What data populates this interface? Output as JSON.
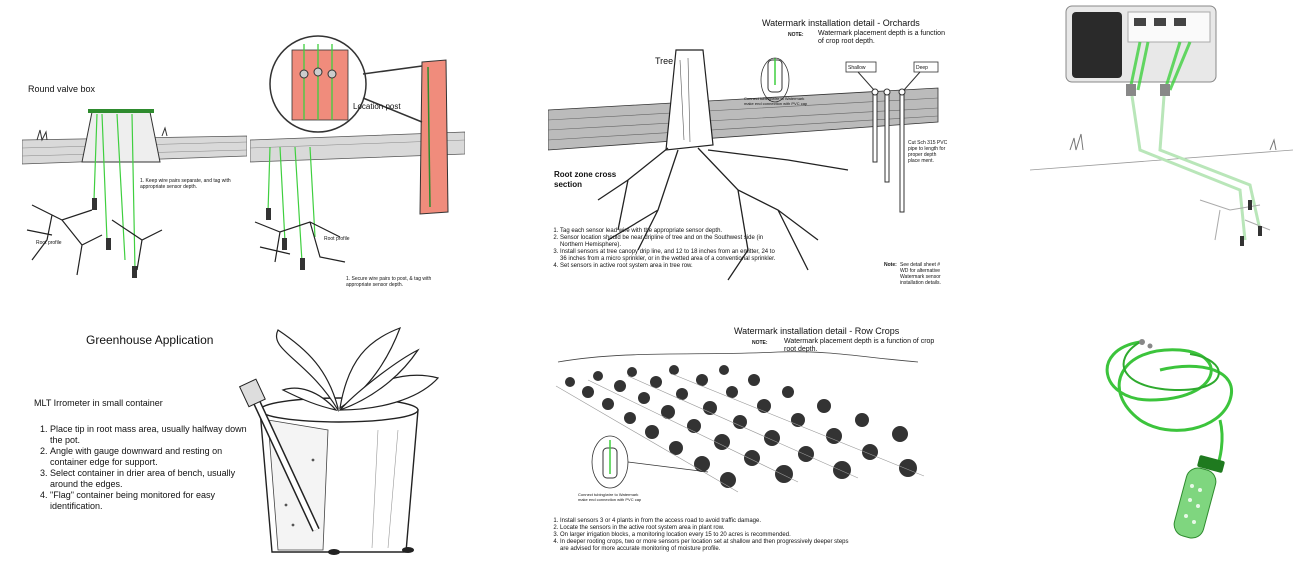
{
  "panel_valve": {
    "round_valve_box": "Round valve box",
    "note": "1. Keep wire pairs separate, and tag with appropriate sensor depth.",
    "root_profile": "Root profile"
  },
  "panel_post": {
    "location_post": "Location post",
    "root_profile": "Root profile",
    "note": "1. Secure wire pairs to post, & tag with appropriate sensor depth."
  },
  "orchards": {
    "title": "Watermark installation detail - Orchards",
    "note_label": "NOTE:",
    "note_text": "Watermark placement depth is a function of crop root depth.",
    "tree": "Tree",
    "shallow": "Shallow",
    "deep": "Deep",
    "cut": "Cut Sch 315 PVC pipe to length for proper depth place ment.",
    "root_zone": "Root zone cross section",
    "inset_caption": "Connect tubing/wire to Watermark make end connection with PVC cap",
    "steps": [
      "Tag each sensor lead wire with the appropriate sensor depth.",
      "Sensor location should be near dripline of tree and on the Southwest side (in Northern Hemisphere).",
      "Install sensors at tree canopy drip line, and 12 to 18 inches from an emitter, 24 to 36 inches from a micro sprinkler, or in the wetted area of a conventional sprinkler.",
      "Set sensors in active root system area in tree row."
    ],
    "note2_label": "Note:",
    "note2_text": "See detail sheet # WD for alternative Watermark sensor installation details."
  },
  "greenhouse": {
    "title": "Greenhouse Application",
    "subtitle": "MLT Irrometer in small container",
    "steps": [
      "Place tip in root mass area, usually halfway down the pot.",
      "Angle with gauge downward and resting on container edge for support.",
      "Select container in drier area of bench, usually around the edges.",
      "\"Flag\" container being monitored for easy identification."
    ]
  },
  "rowcrops": {
    "title": "Watermark installation detail - Row Crops",
    "note_label": "NOTE:",
    "note_text": "Watermark placement depth is a function of crop root depth.",
    "inset_caption": "Connect tubing/wire to Watermark make end connection with PVC cap",
    "steps": [
      "Install sensors 3 or 4 plants in from the access road to avoid traffic damage.",
      "Locate the sensors in the active root system area in plant row.",
      "On larger irrigation blocks, a monitoring location every 15 to 20 acres is recommended.",
      "In deeper rooting crops, two or more sensors per location set at shallow and then progressively deeper steps are advised for more accurate monitoring of moisture profile."
    ]
  },
  "colors": {
    "wire_green": "#3fcf3f",
    "post_red": "#f08c7c",
    "sensor_green": "#2eaa2e"
  }
}
